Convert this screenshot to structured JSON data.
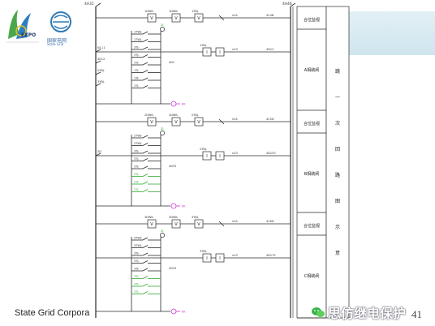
{
  "logo": {
    "expo_text": "EXPO",
    "company_cn": "国家电网",
    "company_en": "State Grid"
  },
  "footer": {
    "company": "State Grid Corpora",
    "page_number": "41"
  },
  "watermark": {
    "text": "思仿继电保护"
  },
  "diagram": {
    "top_labels": [
      "4A31",
      "4A46"
    ],
    "sections": [
      {
        "breaker_labels": [
          "1DWK-",
          "1DWK-"
        ],
        "device_labels": [
          "1YBJ-",
          "1YBJ-"
        ],
        "dev_label": "4D1",
        "in_label": "4D12",
        "out_label": "4C4B",
        "state_label": "合位监视",
        "desc_label": "A相跳闸",
        "contacts": [
          "1TWJ-",
          "1TWJ-",
          "3TJ-",
          "3TJ-",
          "3TJ-",
          "1TJ-",
          "1TJ-",
          "1TJ-"
        ],
        "contacts_highlighted": [],
        "left_labels": [
          "N1-J1",
          "4D12",
          "5YBJ-",
          "3YBJ-"
        ]
      },
      {
        "breaker_labels": [
          "2DWK-",
          "2DWK-"
        ],
        "device_labels": [
          "2YBJ-",
          "2YBJ-"
        ],
        "dev_label": "4D32",
        "in_label": "4D153",
        "out_label": "4C5D",
        "state_label": "合位监视",
        "desc_label": "B相跳闸",
        "contacts": [
          "2TWJ-",
          "2TWJ-",
          "3TJ-",
          "3TJ-",
          "3TJ-",
          "2TJ-",
          "2TJ-",
          "2TJ-"
        ],
        "contacts_highlighted": [
          5,
          6,
          7
        ],
        "left_labels": [
          "ZJ1"
        ]
      },
      {
        "breaker_labels": [
          "3DWK-",
          "3DWK-"
        ],
        "device_labels": [
          "3YBJ-",
          "3YBJ-"
        ],
        "dev_label": "4D33",
        "in_label": "4D175",
        "out_label": "4C6D",
        "state_label": "合位监视",
        "desc_label": "C相跳闸",
        "contacts": [
          "3TWJ-",
          "3TWJ-",
          "3TJ-",
          "3TJ-",
          "3TJ-",
          "3TJ-",
          "3TJ-",
          "3TJ-"
        ],
        "contacts_highlighted": [
          5,
          6,
          7
        ],
        "left_labels": []
      }
    ],
    "vertical_label_chars": [
      "跳",
      "一",
      "次",
      "回",
      "路",
      "图",
      "示",
      "意"
    ],
    "colors": {
      "line": "#2a2a2a",
      "accent_magenta": "#cc33cc",
      "accent_green": "#33aa33"
    }
  }
}
